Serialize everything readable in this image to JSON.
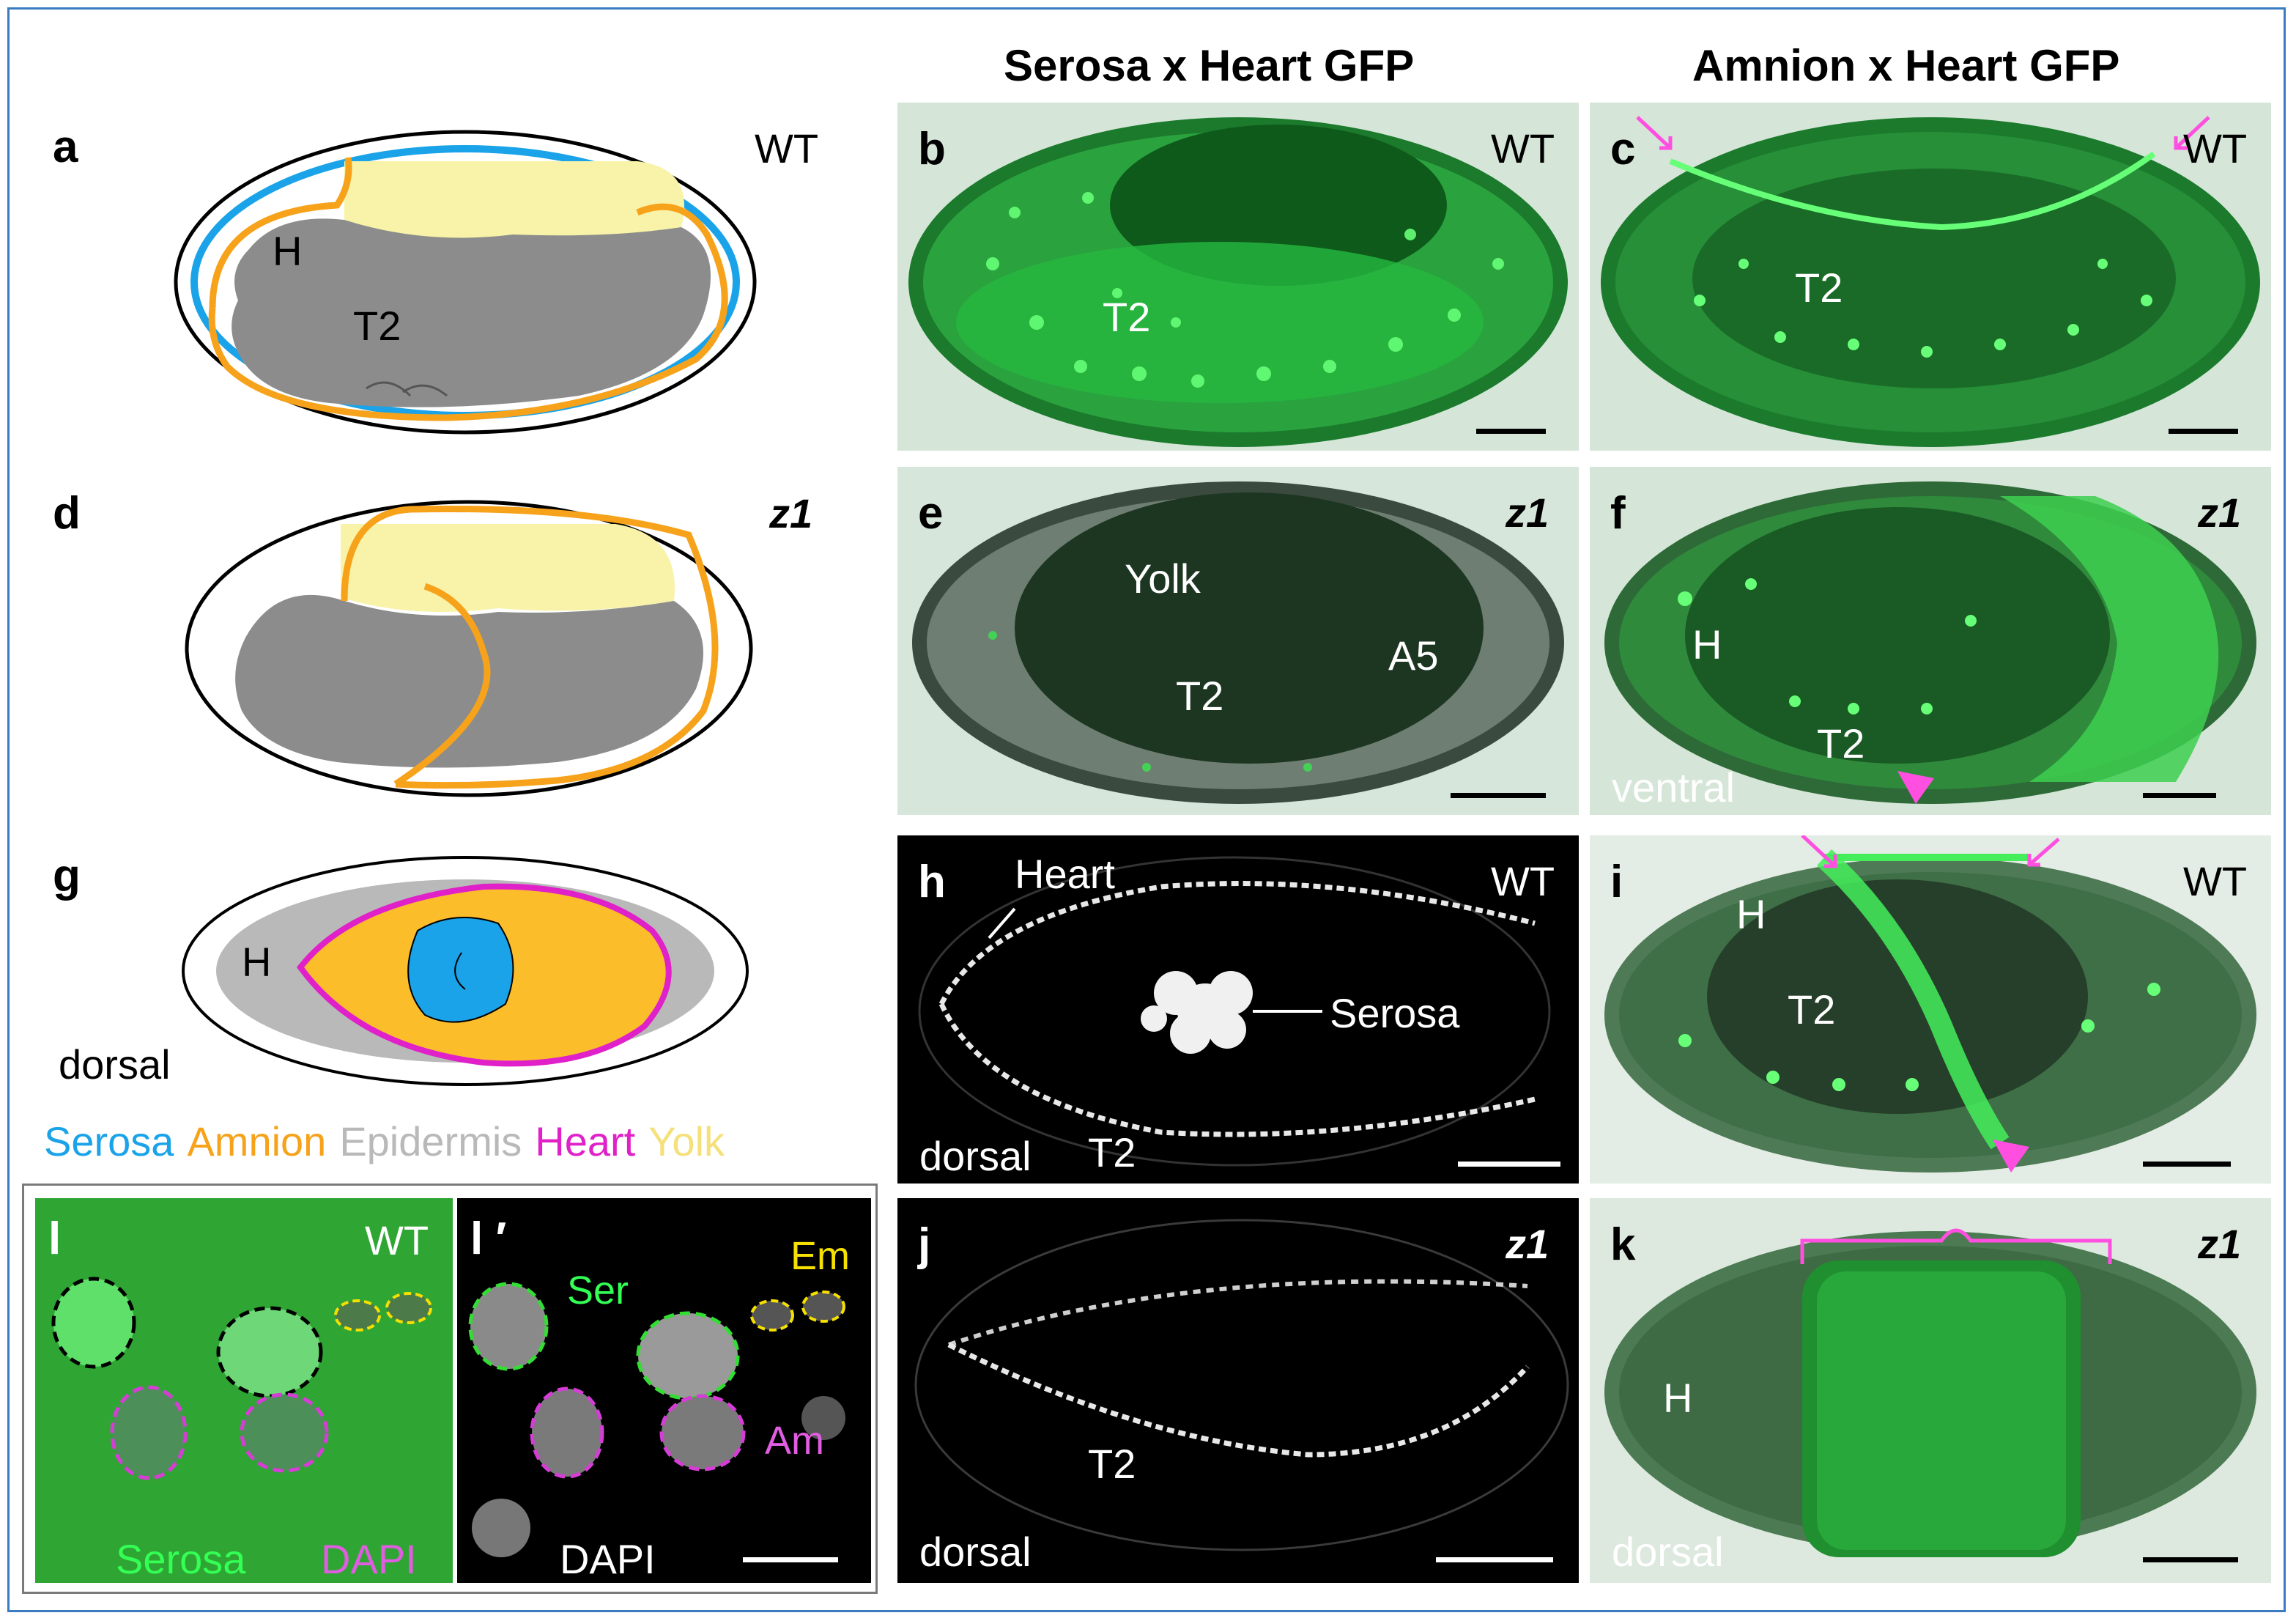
{
  "column_headers": {
    "serosa": "Serosa x Heart GFP",
    "amnion": "Amnion x Heart GFP"
  },
  "panels": {
    "a": {
      "letter": "a",
      "genotype": "WT",
      "labels": {
        "head": "H",
        "segment": "T2"
      }
    },
    "d": {
      "letter": "d",
      "genotype": "z1"
    },
    "g": {
      "letter": "g",
      "view": "dorsal",
      "labels": {
        "head": "H"
      }
    },
    "b": {
      "letter": "b",
      "genotype": "WT",
      "labels": {
        "segment": "T2"
      }
    },
    "c": {
      "letter": "c",
      "genotype": "WT",
      "labels": {
        "segment": "T2"
      }
    },
    "e": {
      "letter": "e",
      "genotype": "z1",
      "labels": {
        "yolk": "Yolk",
        "segment": "T2",
        "abdomen": "A5"
      }
    },
    "f": {
      "letter": "f",
      "genotype": "z1",
      "view": "ventral",
      "labels": {
        "head": "H",
        "segment": "T2"
      }
    },
    "h": {
      "letter": "h",
      "genotype": "WT",
      "view": "dorsal",
      "labels": {
        "heart": "Heart",
        "serosa": "Serosa",
        "segment": "T2"
      }
    },
    "i": {
      "letter": "i",
      "genotype": "WT",
      "labels": {
        "head": "H",
        "segment": "T2"
      }
    },
    "j": {
      "letter": "j",
      "genotype": "z1",
      "view": "dorsal",
      "labels": {
        "segment": "T2"
      }
    },
    "k": {
      "letter": "k",
      "genotype": "z1",
      "view": "dorsal",
      "labels": {
        "head": "H"
      }
    },
    "l": {
      "letter": "l",
      "genotype": "WT",
      "stain1": "Serosa",
      "stain2": "DAPI"
    },
    "l2": {
      "letter": "l ′",
      "stain": "DAPI",
      "labels": {
        "ser": "Ser",
        "em": "Em",
        "am": "Am"
      }
    }
  },
  "legend": [
    {
      "text": "Serosa",
      "color": "#1aa3e8"
    },
    {
      "text": "Amnion",
      "color": "#f7a21b"
    },
    {
      "text": "Epidermis",
      "color": "#b9b9b9"
    },
    {
      "text": "Heart",
      "color": "#e020c8"
    },
    {
      "text": "Yolk",
      "color": "#f5e07a"
    }
  ],
  "colors": {
    "serosa": "#1aa3e8",
    "amnion": "#f7a21b",
    "epidermis": "#8c8c8c",
    "heart": "#e020c8",
    "yolk": "#f8f3a8",
    "arrow": "#ff4fe0",
    "gfp": "#33ff55"
  }
}
